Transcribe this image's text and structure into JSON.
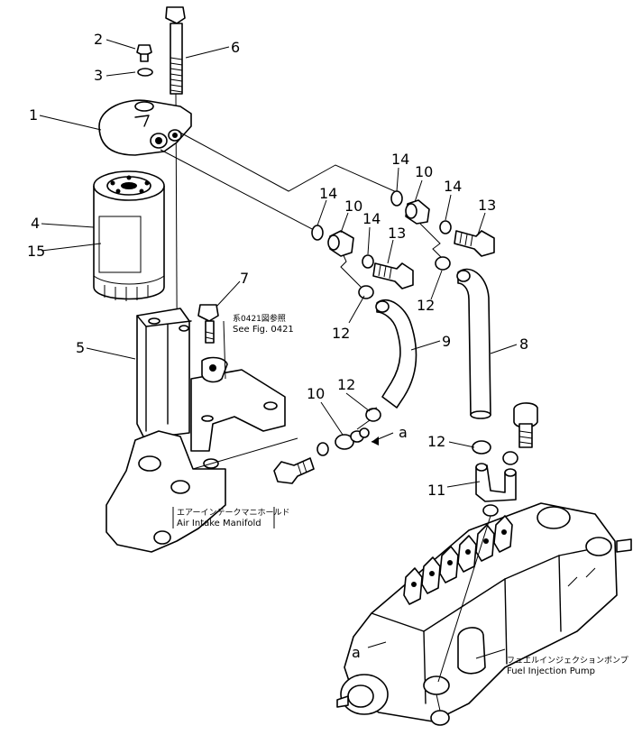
{
  "callouts": {
    "c1": "1",
    "c2": "2",
    "c3": "3",
    "c4": "4",
    "c5": "5",
    "c6": "6",
    "c7": "7",
    "c8": "8",
    "c9": "9",
    "c10a": "10",
    "c10b": "10",
    "c10c": "10",
    "c11": "11",
    "c12a": "12",
    "c12b": "12",
    "c12c": "12",
    "c12d": "12",
    "c13a": "13",
    "c13b": "13",
    "c14a": "14",
    "c14b": "14",
    "c14c": "14",
    "c14d": "14",
    "c15": "15",
    "ref_a1": "a",
    "ref_a2": "a"
  },
  "notes": {
    "see_fig_jp": "系0421図参照",
    "see_fig": "See Fig. 0421",
    "intake_jp": "エアーインテークマニホールド",
    "intake": "Air Intake Manifold",
    "pump_jp": "フュエルインジェクションポンプ",
    "pump": "Fuel Injection Pump"
  }
}
